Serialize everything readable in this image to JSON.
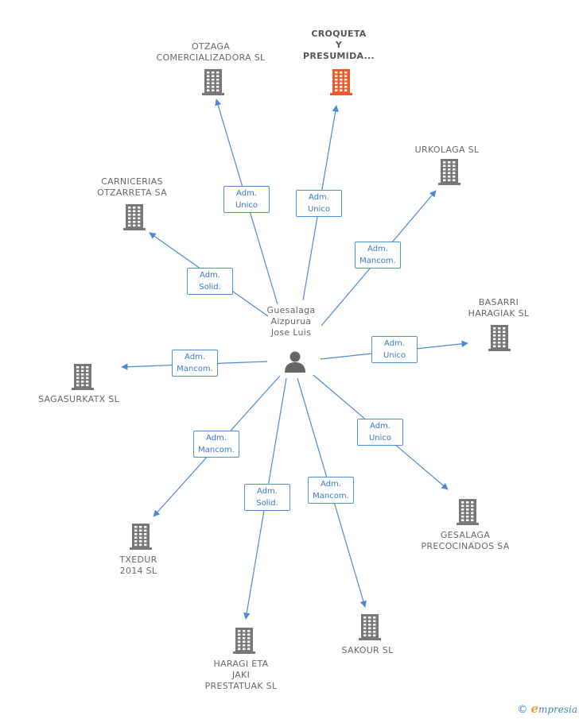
{
  "center": {
    "name_lines": [
      "Guesalaga",
      "Aizpurua",
      "Jose Luis"
    ],
    "icon": "person-icon"
  },
  "companies": [
    {
      "id": "otzaga",
      "lines": [
        "OTZAGA",
        "COMERCIALIZADORA SL"
      ],
      "highlight": false,
      "role": [
        "Adm.",
        "Unico"
      ]
    },
    {
      "id": "croqueta",
      "lines": [
        "CROQUETA",
        "Y",
        "PRESUMIDA..."
      ],
      "highlight": true,
      "role": [
        "Adm.",
        "Unico"
      ]
    },
    {
      "id": "urkolaga",
      "lines": [
        "URKOLAGA SL"
      ],
      "highlight": false,
      "role": [
        "Adm.",
        "Mancom."
      ]
    },
    {
      "id": "carnicerias",
      "lines": [
        "CARNICERIAS",
        "OTZARRETA SA"
      ],
      "highlight": false,
      "role": [
        "Adm.",
        "Solid."
      ]
    },
    {
      "id": "basarri",
      "lines": [
        "BASARRI",
        "HARAGIAK SL"
      ],
      "highlight": false,
      "role": [
        "Adm.",
        "Unico"
      ]
    },
    {
      "id": "sagasurkatx",
      "lines": [
        "SAGASURKATX SL"
      ],
      "highlight": false,
      "role": [
        "Adm.",
        "Mancom."
      ]
    },
    {
      "id": "gesalaga",
      "lines": [
        "GESALAGA",
        "PRECOCINADOS SA"
      ],
      "highlight": false,
      "role": [
        "Adm.",
        "Unico"
      ]
    },
    {
      "id": "txedur",
      "lines": [
        "TXEDUR",
        "2014  SL"
      ],
      "highlight": false,
      "role": [
        "Adm.",
        "Mancom."
      ]
    },
    {
      "id": "haragieta",
      "lines": [
        "HARAGI ETA",
        "JAKI",
        "PRESTATUAK SL"
      ],
      "highlight": false,
      "role": [
        "Adm.",
        "Solid."
      ]
    },
    {
      "id": "sakour",
      "lines": [
        "SAKOUR SL"
      ],
      "highlight": false,
      "role": [
        "Adm.",
        "Mancom."
      ]
    }
  ],
  "colors": {
    "edge": "#4a8ad4",
    "building": "#777777",
    "building_highlight": "#f05a28",
    "person": "#666666"
  },
  "footer": {
    "copyright": "©",
    "brand_initial": "e",
    "brand_rest": "mpresia"
  }
}
